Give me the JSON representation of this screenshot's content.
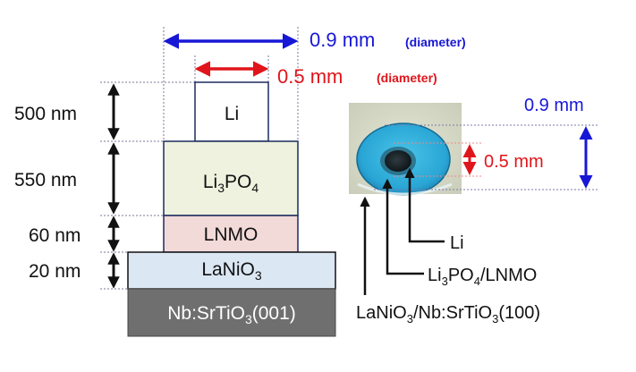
{
  "colors": {
    "blue": "#1717d6",
    "red": "#e0151b",
    "black": "#111111",
    "li_fill": "#ffffff",
    "li3po4_fill": "#eef2de",
    "lnmo_fill": "#f2dad8",
    "lanio3_fill": "#dbe7f3",
    "substrate_fill": "#6f6f6f",
    "layer_stroke": "#1d2b5e"
  },
  "dimensions": {
    "outer_value": "0.9 mm",
    "outer_note": "(diameter)",
    "inner_value": "0.5 mm",
    "inner_note": "(diameter)"
  },
  "thicknesses": [
    "500 nm",
    "550 nm",
    "60 nm",
    "20 nm"
  ],
  "layers": {
    "li": "Li",
    "li3po4": {
      "base1": "Li",
      "sub1": "3",
      "base2": "PO",
      "sub2": "4"
    },
    "lnmo": "LNMO",
    "lanio3": {
      "base": "LaNiO",
      "sub": "3"
    },
    "substrate": {
      "base": "Nb:SrTiO",
      "sub": "3",
      "tail": "(001)"
    }
  },
  "photo": {
    "outer_label": "0.9 mm",
    "inner_label": "0.5 mm",
    "callouts": {
      "li": "Li",
      "li3po4_lnmo": {
        "base1": "Li",
        "sub1": "3",
        "base2": "PO",
        "sub2": "4",
        "tail": "/LNMO"
      },
      "lanio3_substrate": {
        "base1": "LaNiO",
        "sub1": "3",
        "base2": "/Nb:SrTiO",
        "sub2": "3",
        "tail": "(100)"
      }
    }
  }
}
